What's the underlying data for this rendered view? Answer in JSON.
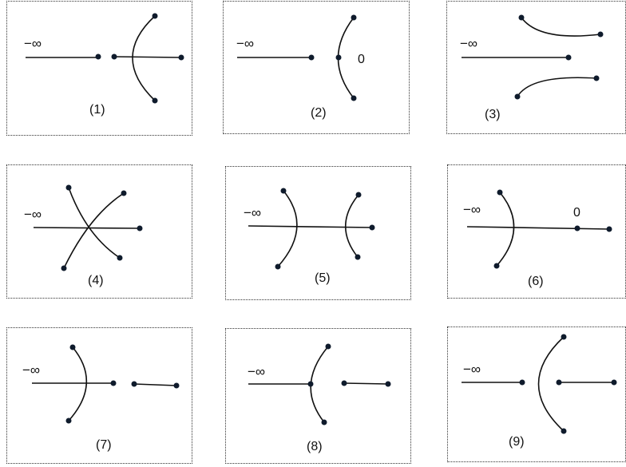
{
  "panels": [
    {
      "label": "(1)",
      "infinity": "−∞"
    },
    {
      "label": "(2)",
      "infinity": "−∞",
      "zero": "0"
    },
    {
      "label": "(3)",
      "infinity": "−∞"
    },
    {
      "label": "(4)",
      "infinity": "−∞"
    },
    {
      "label": "(5)",
      "infinity": "−∞"
    },
    {
      "label": "(6)",
      "infinity": "−∞",
      "zero": "0"
    },
    {
      "label": "(7)",
      "infinity": "−∞"
    },
    {
      "label": "(8)",
      "infinity": "−∞"
    },
    {
      "label": "(9)",
      "infinity": "−∞"
    }
  ]
}
